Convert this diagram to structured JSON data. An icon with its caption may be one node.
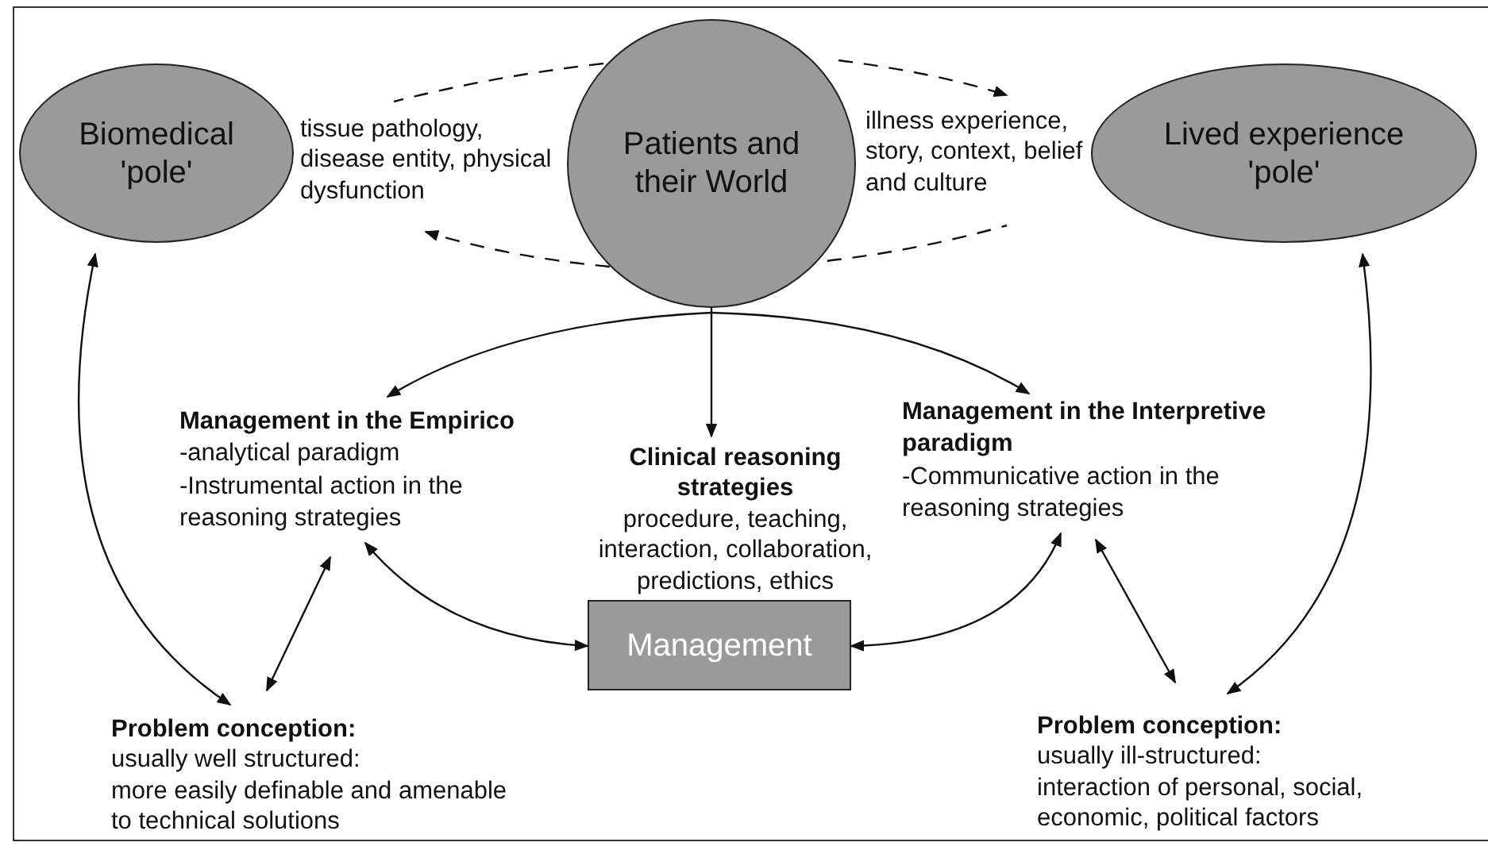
{
  "diagram": {
    "nodes": [
      {
        "text": [
          "Biomedical 'pole'"
        ]
      },
      {
        "text": [
          "Patients and their World"
        ]
      },
      {
        "text": [
          "Lived experience 'pole'"
        ]
      },
      {
        "text": [
          "tissue pathology, disease entity, physical dysfunction"
        ]
      },
      {
        "text": [
          "illness experience, story, context, belief and culture"
        ]
      },
      {
        "text": [
          "Management in the Empirico",
          "-analytical paradigm",
          "-Instrumental action in the reasoning strategies"
        ]
      },
      {
        "text": [
          "Clinical reasoning strategies",
          "procedure, teaching, interaction, collaboration, predictions, ethics"
        ]
      },
      {
        "text": [
          "Management in the Interpretive paradigm",
          "-Communicative action in the reasoning strategies"
        ]
      },
      {
        "text": [
          "Management"
        ]
      },
      {
        "text": [
          "Problem conception:",
          "usually well structured:",
          "more easily definable and amenable to technical solutions"
        ]
      },
      {
        "text": [
          "Problem conception:",
          "usually ill-structured:",
          "interaction of personal, social, economic, political factors"
        ]
      }
    ],
    "edges": [
      {
        "from": 1,
        "to": 3,
        "arrow": "none",
        "style": "dashed"
      },
      {
        "from": 1,
        "to": 3,
        "arrow": "to",
        "style": "dashed"
      },
      {
        "from": 1,
        "to": 4,
        "arrow": "to",
        "style": "dashed"
      },
      {
        "from": 1,
        "to": 4,
        "arrow": "none",
        "style": "dashed"
      },
      {
        "from": 1,
        "to": 5,
        "arrow": "to"
      },
      {
        "from": 1,
        "to": 7,
        "arrow": "to"
      },
      {
        "from": 1,
        "to": 6,
        "arrow": "to"
      },
      {
        "from": 8,
        "to": 5,
        "arrow": "both"
      },
      {
        "from": 8,
        "to": 7,
        "arrow": "both"
      },
      {
        "from": 9,
        "to": 5,
        "arrow": "both"
      },
      {
        "from": 9,
        "to": 0,
        "arrow": "both"
      },
      {
        "from": 10,
        "to": 7,
        "arrow": "both"
      },
      {
        "from": 10,
        "to": 2,
        "arrow": "both"
      }
    ]
  }
}
